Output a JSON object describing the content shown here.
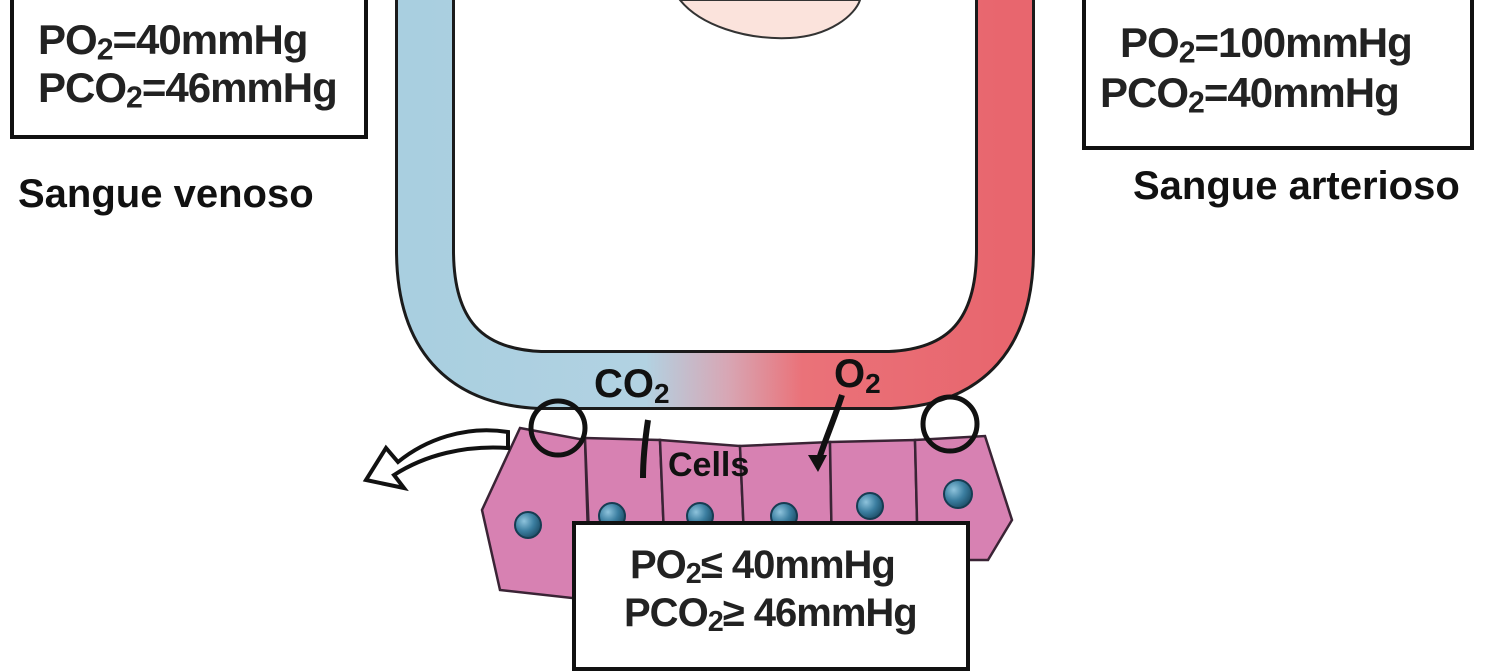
{
  "venous_box": {
    "po2_label": "PO",
    "po2_sub": "2",
    "po2_value": "=40mmHg",
    "pco2_label": "PCO",
    "pco2_sub": "2",
    "pco2_value": "=46mmHg"
  },
  "arterial_box": {
    "po2_label": "PO",
    "po2_sub": "2",
    "po2_value": "=100mmHg",
    "pco2_label": "PCO",
    "pco2_sub": "2",
    "pco2_value": "=40mmHg"
  },
  "tissue_box": {
    "po2_label": "PO",
    "po2_sub": "2",
    "po2_value": "≤ 40mmHg",
    "pco2_label": "PCO",
    "pco2_sub": "2",
    "pco2_value": "≥ 46mmHg"
  },
  "labels": {
    "venous": "Sangue venoso",
    "arterial": "Sangue arterioso"
  },
  "diagram": {
    "co2_label": "CO",
    "co2_sub": "2",
    "o2_label": "O",
    "o2_sub": "2",
    "cells_label": "Cells"
  },
  "colors": {
    "venous": "#a9cfe0",
    "arterial": "#e8666e",
    "cells": "#d781b2",
    "nucleus": "#3b7ea0",
    "outline": "#111111"
  }
}
